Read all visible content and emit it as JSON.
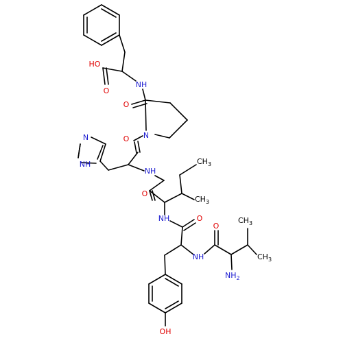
{
  "colors": {
    "bond": "#000000",
    "O": "#e00000",
    "N": "#1a1ad0",
    "C": "#000000"
  },
  "labels": {
    "ho": "HO",
    "o_acid": "O",
    "nh_phe": "NH",
    "o_pro": "O",
    "n_pro": "N",
    "o_his": "O",
    "n_im": "N",
    "nh_im": "NH",
    "nh_his": "NH",
    "ch3_ile_ethyl": "CH",
    "ch3_ile_ethyl_sub": "3",
    "o_ile": "O",
    "ch3_ile_methyl": "CH",
    "ch3_ile_methyl_sub": "3",
    "nh_ile": "NH",
    "o_tyr": "O",
    "o_val": "O",
    "ch3_val_top": "CH",
    "ch3_val_top_sub": "3",
    "nh_tyr": "NH",
    "ch3_val_right": "CH",
    "ch3_val_right_sub": "3",
    "nh2": "NH",
    "nh2_sub": "2",
    "oh": "OH"
  }
}
